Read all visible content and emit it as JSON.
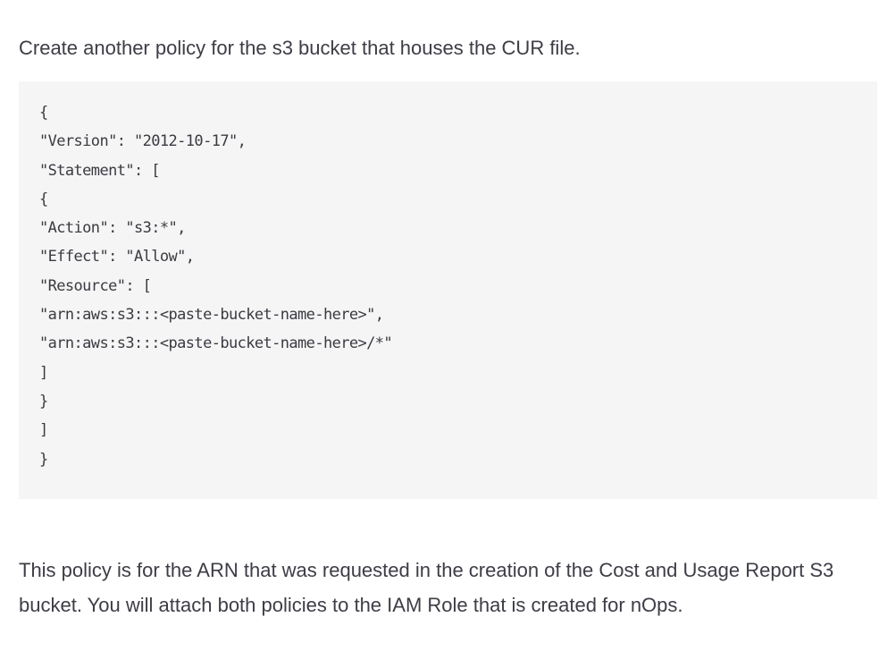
{
  "intro_text": "Create another policy for the s3 bucket that houses the CUR file.",
  "code_lines": [
    "{",
    "\"Version\": \"2012-10-17\",",
    "\"Statement\": [",
    "{",
    "\"Action\": \"s3:*\",",
    "\"Effect\": \"Allow\",",
    "\"Resource\": [",
    "\"arn:aws:s3:::<paste-bucket-name-here>\",",
    "\"arn:aws:s3:::<paste-bucket-name-here>/*\"",
    "]",
    "}",
    "]",
    "}"
  ],
  "outro_text": "This policy is for the ARN that was requested in the creation of the Cost and Usage Report S3 bucket. You will attach both policies to the IAM Role that is created for nOps."
}
